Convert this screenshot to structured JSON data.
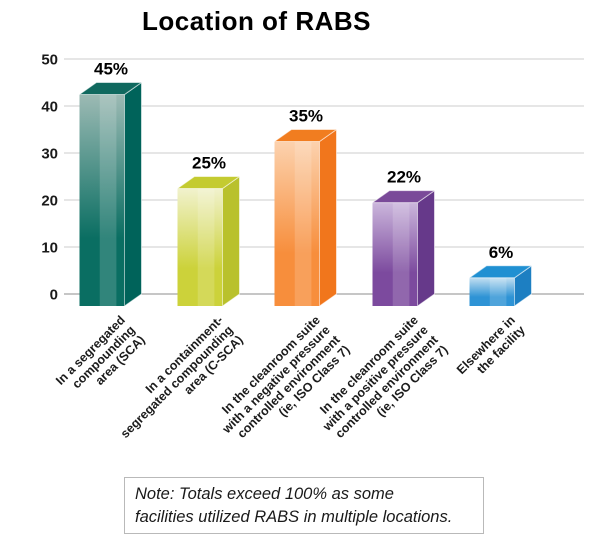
{
  "title": "Location of RABS",
  "note": "Note: Totals exceed 100% as some\nfacilities utilized RABS in multiple locations.",
  "chart_data": {
    "type": "bar",
    "projection": "3d",
    "title": "Location of RABS",
    "categories": [
      "In a segregated\ncompounding\narea (SCA)",
      "In a containment-\nsegregated compounding\narea (C-SCA)",
      "In the cleanroom suite\nwith a negative pressure\ncontrolled environment\n(ie, ISO Class 7)",
      "In the cleanroom suite\nwith a positive pressure\ncontrolled environment\n(ie, ISO Class 7)",
      "Elsewhere in\nthe facility"
    ],
    "values": [
      45,
      25,
      35,
      22,
      6
    ],
    "value_labels": [
      "45%",
      "25%",
      "35%",
      "22%",
      "6%"
    ],
    "ylim": [
      0,
      50
    ],
    "yticks": [
      0,
      10,
      20,
      30,
      40,
      50
    ],
    "grid": true,
    "legend": false,
    "grid_color": "#cccccc",
    "baseline_color": "#8c8c8c",
    "tick_text_color": "#1a1a1a",
    "value_label_color": "#000000",
    "bar_colors": [
      {
        "name": "teal",
        "light": "#9cbab4",
        "main": "#0a6e62",
        "side": "#00635a",
        "top": "#10695f"
      },
      {
        "name": "yellow-green",
        "light": "#f1f2cd",
        "main": "#ccd23a",
        "side": "#b9c12c",
        "top": "#c4cb30"
      },
      {
        "name": "orange",
        "light": "#fcd2ae",
        "main": "#f78e3c",
        "side": "#f1761c",
        "top": "#f17d20"
      },
      {
        "name": "purple",
        "light": "#cbb6dc",
        "main": "#7c4a9e",
        "side": "#66398a",
        "top": "#7a4a99"
      },
      {
        "name": "blue",
        "light": "#c2dff1",
        "main": "#2e93d5",
        "side": "#1d7fc2",
        "top": "#2090d2"
      }
    ]
  }
}
